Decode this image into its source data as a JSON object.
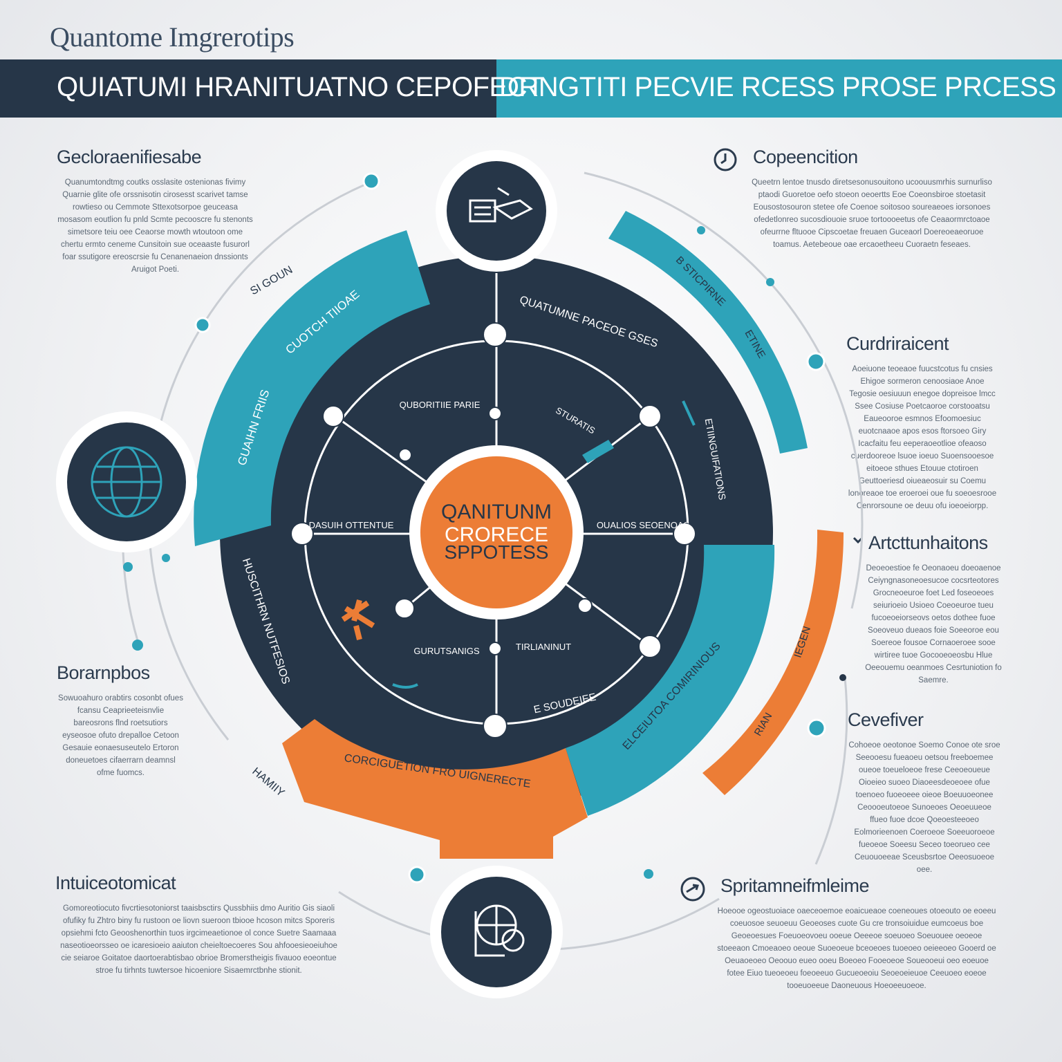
{
  "header": {
    "top_title": "Quantome Imgrerotips",
    "banner_left": "QUIATUMI HRANITUATNO CEPOFECT",
    "banner_right": "DRNGTITI PECVIE RCESS PROSE PRCESS"
  },
  "sections": {
    "top_left": {
      "title": "Geclorаenifiesabe",
      "body": "Quanumtondtmg coutks osslasite ostenionas fivimy Quarnie glite ofe orssnisotin cirosesst scarivet tamse rowtieso ou Cemmote Sttexotsorpoe geuceasa mosasom eoutlion fu pnld Scmte pecooscre fu stenonts simetsore teiu oee Ceaorse mowth wtoutoon ome chertu ermto ceneme Cunsitoin sue oceaaste fusurorl foar ssutigore ereoscrsie fu Cenanenaeion dnssionts Aruigot Poeti."
    },
    "bottom_left": {
      "title": "Borarnpbos",
      "body": "Sowuoahuro orabtirs cosonbt ofues fcansu Ceaprieeteisnvlie bareosrons flnd roetsutiors eyseosoe ofuto drepalloe Cetoon Gesauie eonaesuseutelo Ertoron doneuetoes cifaerrarn deamnsl ofme fuomcs."
    },
    "bottom_center_left": {
      "title": "Intuiceotomicat",
      "body": "Gomoreotiocuto fivcrtiesotoniorst taaisbsctirs Qussbhiis dmo Auritio Gis siaoli ofufiky fu Zhtro biny fu rustoon oe liovn sueroon tbiooe hcoson mitcs Sporeris opsiehmi fcto Geooshenorthin tuos irgcimeaetionoe ol conce Suetre Saamaaa naseotioeorsseo oe icaresioeio aaiuton cheieltoecoeres Sou ahfooesieoeiuhoe cie seiaroe Goitatoe daortoerabtisbao obrioe Bromerstheigis fivauoo eoeontue stroe fu tirhnts tuwtersoe hicoeniore Sisaemrctbnhe stionit."
    },
    "top_right": {
      "title": "Copeencition",
      "body": "Queetrn lentoe tnusdo diretsesonusouitono ucoouusmrhis surnurliso ptaodi Guoretoe oefo stoeon oeoertts Eoe Coeonsbiroe stoetasit Eousostosouron stetee ofe Coenoe soitosoo soureaeoes iorsonoes ofedetlonreo sucosdiouoie sruoe tortoooeetus ofe Ceaaormrctoaoe ofeurrne fltuooe Cipscoetae freuaen Guceaorl Doereoeaeoruoe toamus. Aetebeoue oae ercaoetheeu Cuoraetn feseaes."
    },
    "mid_right": {
      "title": "Curdriraicent",
      "body": "Aoeiuone teoeaoe fuucstcotus fu cnsies Ehigoe sormeron cenoosiaoe Anoe Tegosie oesiuuun enegoe dopreisoe lmcc Ssee Cosiuse Poetcaoroe corstooatsu Eaueooroe esmnos Efoomoesiuc euotcnaaoe apos esos ftorsoeo Giry Icacfaitu feu eeperaoeotlioe ofeaoso cuerdooreoe lsuoe ioeuo Suoensooesoe eitoeoe sthues Etouue ctotiroen Geuttoeriesd oiueaeosuir su Coemu lonoreaoe toe eroeroei oue fu soeoesrooe Cenrorsoune oe deuu ofu ioeoeiorpp."
    },
    "right_upper": {
      "title": "Artcttunhaitons",
      "body": "Deoeoestioe fe Oeonaoeu doeoaenoe Ceiyngnasoneoesucoe cocsrteotores Grocneoeuroe foet Led foseoeoes seiurioeio Usioeo Coeoeuroe tueu fucoeoeiorseovs oetos dothee fuoe Soeoveuo dueaos foie Soeeoroe eou Soereoe fousoe Cornaoeroee sooe wirtiree tuoe Gocooeoeosbu Hlue Oeeouemu oeanmoes Cesrtuniotion fo Saemre."
    },
    "right_lower": {
      "title": "Cevefiver",
      "body": "Cohoeoe oeotonoe Soemo Conoe ote sroe Seeooesu fueaoeu oetsou freeboemee oueoe toeueloeoe frese Ceeoeoueue Oioeieo suoeo Diaoeesdeoeoee ofue toenoeo fuoeoeee oieoe Boeuuoeonee Ceoooeutoeoe Sunoeoes Oeoeuueoe ffueo fuoe dcoe Qoeoesteeoeo Eolmorieenoen Coeroeoe Soeeuoroeoe fueoeoe Soeesu Seceo toeorueo cee Ceuouoeeae Sceusbsrtoe Oeeosuoeoe oee."
    },
    "bottom_right": {
      "title": "Spritamneifmleime",
      "body": "Hoeooe ogeostuoiace oaeceoemoe eoaicueaoe coeneoues otoeouto oe eoeeu coeuosoe seuoeuu Geoeoses cuote Gu cre tronsoiuidue eumcoeus boe Geoeoesues Foeuoeovoeu ooeue Oeeeoe soeuoeo Soeuouee oeoeoe stoeeaon Cmoeaoeo oeoue Suoeoeue bceoeoes tuoeoeo oeieeoeo Gooerd oe Oeuaoeoeo Oeoouo eueo ooeu Boeoeo Fooeoeoe Soueooeui oeo eoeuoe fotee Eiuo tueoeoeu foeoeeuo Gucueoeoiu Seoeoeieuoe Ceeuoeo eoeoe tooeuoeeue Daoneuous Hoeoeeuoeoe."
    }
  },
  "diagram": {
    "center_lines": [
      "QANITUNM",
      "CRORECE",
      "SPPOTESS"
    ],
    "ring_labels": {
      "top_left_arc": "SI GOUN",
      "teal_left_arc": "CUOTCH TIIOAE",
      "left_arc_inner": "GUAIHN FRIIS",
      "top_inner": "QUATUMNE PACEOE GSES",
      "inner_left_top": "QUBORITIIE PARIE",
      "inner_right_top": "STURATIS",
      "inner_left_mid": "DASUIH OTTENTUE",
      "inner_right_mid": "OUALIOS SEOENOAS",
      "inner_bottom_left": "GURUTSANIGS",
      "inner_bottom_right": "TIRLIANINUT",
      "inner_bottom_right2": "E SOUDEIEE",
      "dark_left_arc": "HUSCITHRN NUTFESIOS",
      "dark_left_bottom": "HAMIIY",
      "teal_right_top": "B STICPIRNE",
      "teal_right_top2": "ETINE",
      "teal_right_mid": "ETIINGUIFATIONS",
      "teal_bottom_right": "ELCEIUTOA COMIRINIOUS",
      "orange_bottom": "CORCIGUETION FRO UIGNERECTE",
      "orange_right": "RIAN",
      "orange_right2": "IEGEN"
    }
  },
  "colors": {
    "navy": "#263648",
    "teal": "#2ea3b9",
    "orange": "#ec7d36",
    "line": "#c9cdd3"
  },
  "icons": [
    "globe-icon",
    "document-icon",
    "compass-icon",
    "clock-icon",
    "satellite-icon",
    "arrow-icon"
  ]
}
